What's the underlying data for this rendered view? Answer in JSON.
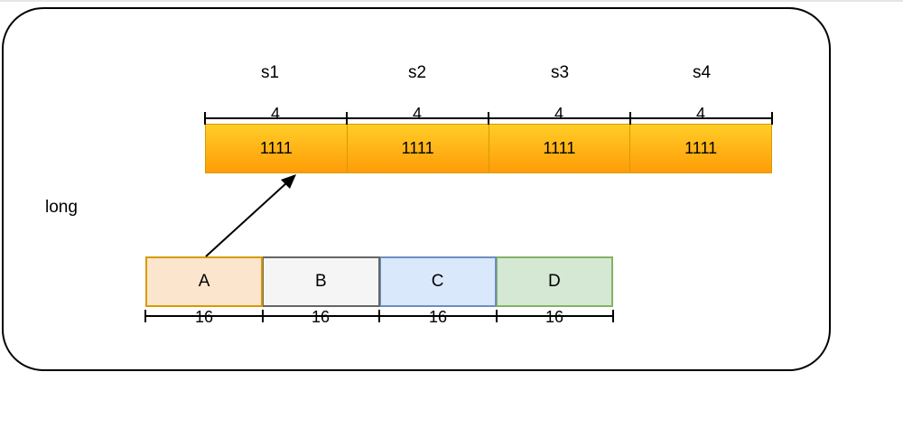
{
  "diagram": {
    "segment_labels": [
      "s1",
      "s2",
      "s3",
      "s4"
    ],
    "segment_bits": [
      "4",
      "4",
      "4",
      "4"
    ],
    "segment_values": [
      "1111",
      "1111",
      "1111",
      "1111"
    ],
    "long_label": "long",
    "boxes": [
      {
        "label": "A",
        "fill": "#fce5cd",
        "stroke": "#d79b00"
      },
      {
        "label": "B",
        "fill": "#f5f5f5",
        "stroke": "#666666"
      },
      {
        "label": "C",
        "fill": "#dae8fc",
        "stroke": "#6c8ebf"
      },
      {
        "label": "D",
        "fill": "#d5e8d4",
        "stroke": "#82b366"
      }
    ],
    "box_bits": [
      "16",
      "16",
      "16",
      "16"
    ],
    "bar_color_top": "#ffcd28",
    "bar_color_bottom": "#ff9c07"
  }
}
